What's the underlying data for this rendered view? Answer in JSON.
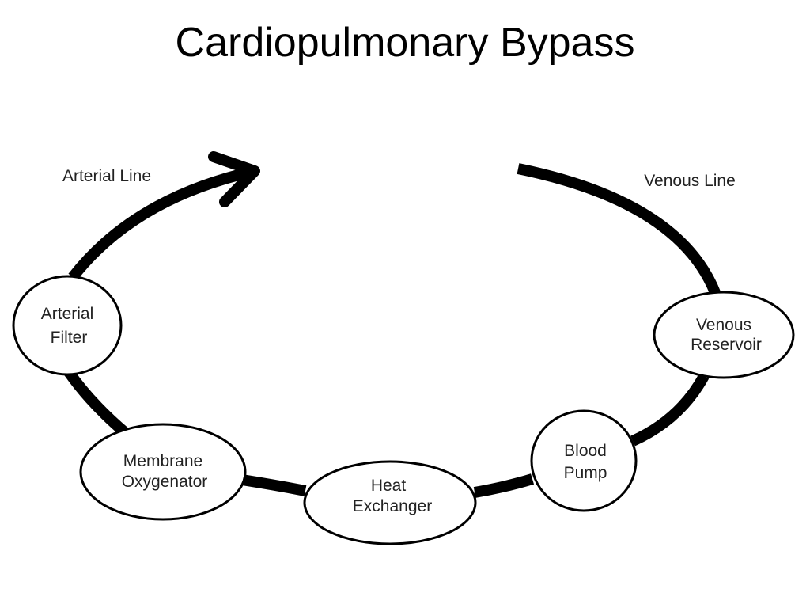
{
  "title": "Cardiopulmonary Bypass",
  "lines": {
    "arterial": "Arterial Line",
    "venous": "Venous Line"
  },
  "nodes": {
    "venous_reservoir": [
      "Venous",
      "Reservoir"
    ],
    "blood_pump": [
      "Blood",
      "Pump"
    ],
    "heat_exchanger": [
      "Heat",
      "Exchanger"
    ],
    "membrane_oxygenator": [
      "Membrane",
      "Oxygenator"
    ],
    "arterial_filter": [
      "Arterial",
      "Filter"
    ]
  },
  "colors": {
    "stroke": "#000000",
    "background": "#ffffff"
  }
}
